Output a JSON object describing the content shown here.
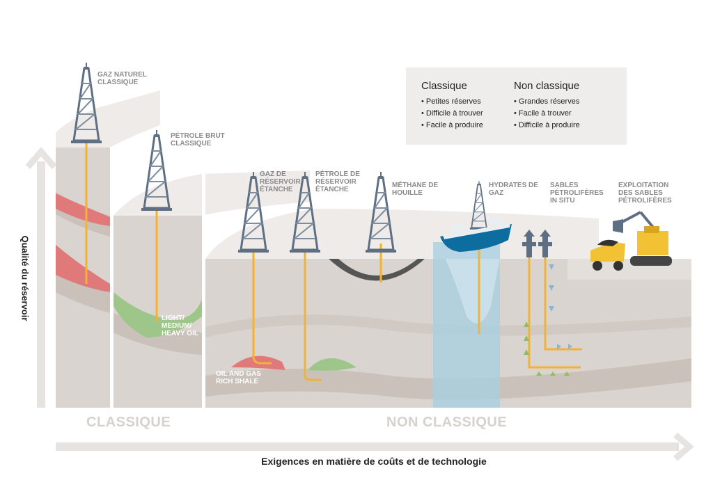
{
  "legend": {
    "classic": {
      "title": "Classique",
      "items": [
        "• Petites réserves",
        "• Difficile à trouver",
        "• Facile à produire"
      ]
    },
    "nonclassic": {
      "title": "Non classique",
      "items": [
        "• Grandes réserves",
        "• Facile à trouver",
        "• Difficile à produire"
      ]
    }
  },
  "labels": {
    "gaz_naturel": "GAZ NATUREL\nCLASSIQUE",
    "petrole_brut": "PÉTROLE BRUT\nCLASSIQUE",
    "gaz_reservoir": "GAZ DE\nRÉSERVOIR\nÉTANCHE",
    "petrole_reservoir": "PÉTROLE DE\nRÉSERVOIR\nÉTANCHE",
    "methane": "MÉTHANE DE\nHOUILLE",
    "hydrates": "HYDRATES DE\nGAZ",
    "sables_insitu": "SABLES\nPÉTROLIFÈRES\nIN SITU",
    "exploitation": "EXPLOITATION\nDES SABLES\nPÉTROLIFÈRES",
    "light_oil": "LIGHT/\nMEDIUM/\nHEAVY OIL",
    "shale": "OIL AND GAS\nRICH SHALE"
  },
  "categories": {
    "classic": "CLASSIQUE",
    "nonclassic": "NON CLASSIQUE"
  },
  "axes": {
    "y": "Qualité du réservoir",
    "x": "Exigences en matière de coûts et de technologie"
  },
  "colors": {
    "rock": "#d9d4cf",
    "rock_top": "#eeebe8",
    "band": "#c9c1ba",
    "gas": "#e07a7a",
    "oil": "#9ec58a",
    "coal": "#555555",
    "water": "#a9cfe0",
    "well": "#f2b234",
    "derrick": "#5e6f84",
    "arrow": "#e6e3e0"
  }
}
